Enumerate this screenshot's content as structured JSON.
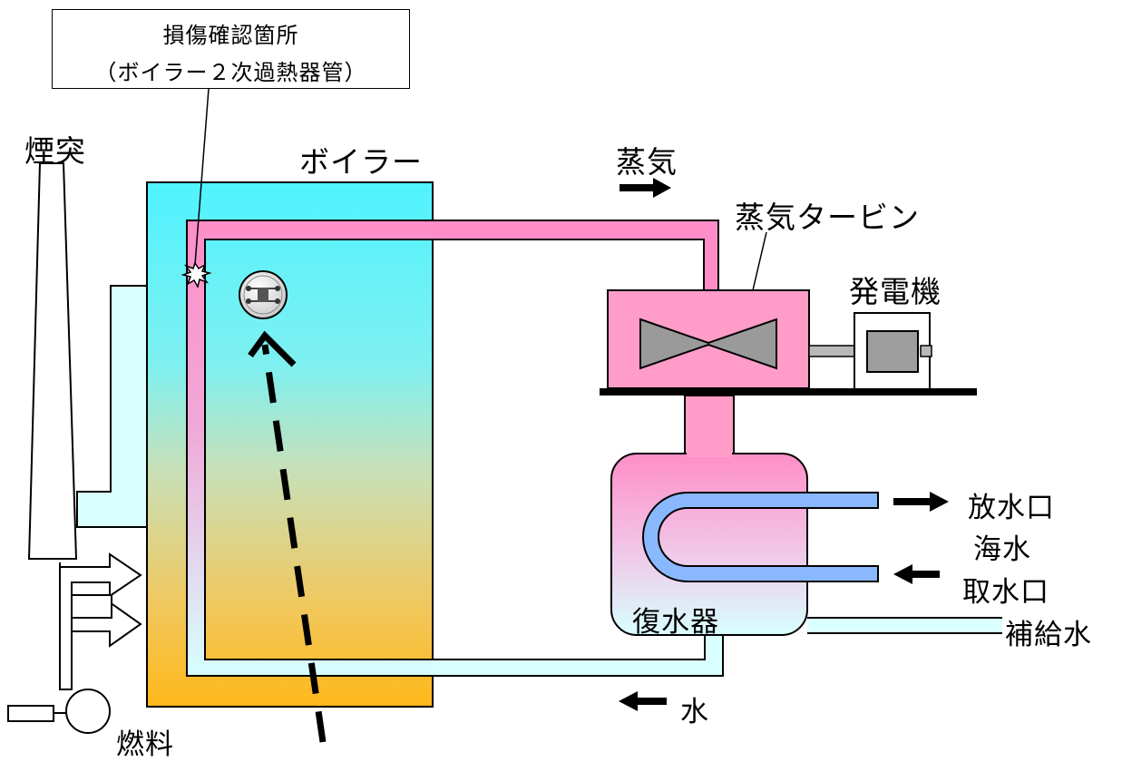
{
  "callout": {
    "line1": "損傷確認箇所",
    "line2": "（ボイラー２次過熱器管）"
  },
  "labels": {
    "chimney": "煙突",
    "boiler": "ボイラー",
    "steam": "蒸気",
    "steam_turbine": "蒸気タービン",
    "generator": "発電機",
    "outlet": "放水口",
    "seawater": "海水",
    "intake": "取水口",
    "condenser": "復水器",
    "makeup_water": "補給水",
    "water": "水",
    "fuel": "燃料"
  },
  "colors": {
    "boiler_top": "#55f2ff",
    "boiler_mid": "#c8e0b0",
    "boiler_bottom": "#ffbe1a",
    "steam_pipe": "#ff8cc8",
    "water_pipe": "#d9ffff",
    "seawater_pipe": "#8ab8ff",
    "turbine": "#ff9cc8",
    "generator": "#a0a0a0"
  },
  "icons": [
    "drone-icon",
    "damage-burst-icon",
    "flow-arrow-icon"
  ]
}
